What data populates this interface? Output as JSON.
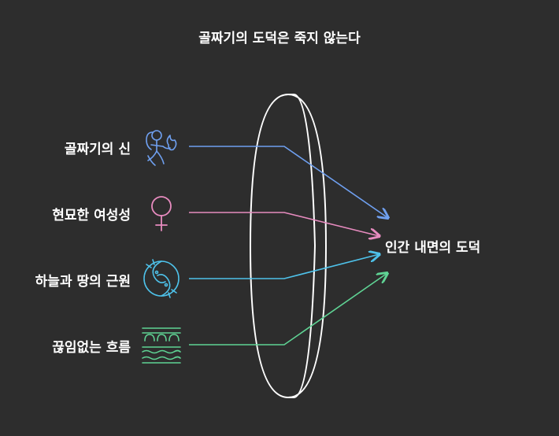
{
  "title": "골짜기의 도덕은 죽지 않는다",
  "sources": [
    {
      "label": "골짜기의 신",
      "color": "#6fa0f0",
      "icon": "valley-spirit-icon"
    },
    {
      "label": "현묘한 여성성",
      "color": "#e78bbf",
      "icon": "female-symbol-icon"
    },
    {
      "label": "하늘과 땅의 근원",
      "color": "#4ec2ea",
      "icon": "yin-yang-dragon-icon"
    },
    {
      "label": "끊임없는 흐름",
      "color": "#5fd394",
      "icon": "flowing-water-icon"
    }
  ],
  "target": {
    "label": "인간 내면의 도덕"
  },
  "colors": {
    "background": "#2d2d2d",
    "lens": "#ffffff",
    "text": "#ffffff"
  }
}
